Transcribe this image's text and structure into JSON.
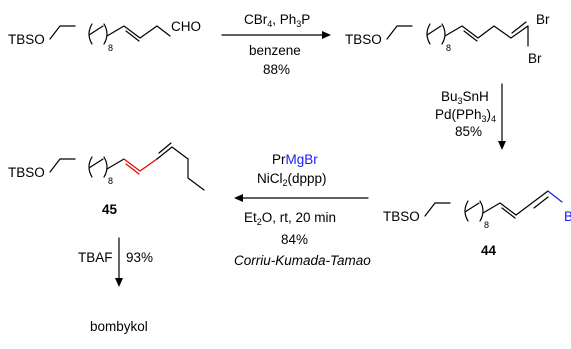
{
  "scheme": {
    "step1": {
      "reagent_line1": "CBr",
      "reagent_line1_sub": "4",
      "reagent_line1_rest": ", Ph",
      "reagent_line1_sub2": "3",
      "reagent_line1_tail": "P",
      "solvent": "benzene",
      "yield": "88%"
    },
    "step2": {
      "reagent_line1": "Bu",
      "reagent_line1_sub": "3",
      "reagent_line1_tail": "SnH",
      "reagent_line2": "Pd(PPh",
      "reagent_line2_sub": "3",
      "reagent_line2_tail": ")",
      "reagent_line2_sub2": "4",
      "yield": "85%"
    },
    "step3": {
      "reagent_pr": "Pr",
      "reagent_mgbr": "MgBr",
      "catalyst": "NiCl",
      "catalyst_sub": "2",
      "catalyst_tail": "(dppp)",
      "conditions": "Et",
      "conditions_sub": "2",
      "conditions_tail": "O, rt, 20 min",
      "yield": "84%",
      "name": "Corriu-Kumada-Tamao"
    },
    "step4": {
      "reagent": "TBAF",
      "yield": "93%"
    },
    "molecules": {
      "start": {
        "tbso": "TBSO",
        "sub": "8",
        "cho": "CHO"
      },
      "dibromide": {
        "tbso": "TBSO",
        "sub": "8",
        "br1": "Br",
        "br2": "Br"
      },
      "compound44": {
        "tbso": "TBSO",
        "sub": "8",
        "br": "Br",
        "label": "44"
      },
      "compound45": {
        "tbso": "TBSO",
        "sub": "8",
        "label": "45"
      },
      "product": "bombykol"
    },
    "colors": {
      "red": "#e00000",
      "blue": "#1a1aff"
    }
  }
}
